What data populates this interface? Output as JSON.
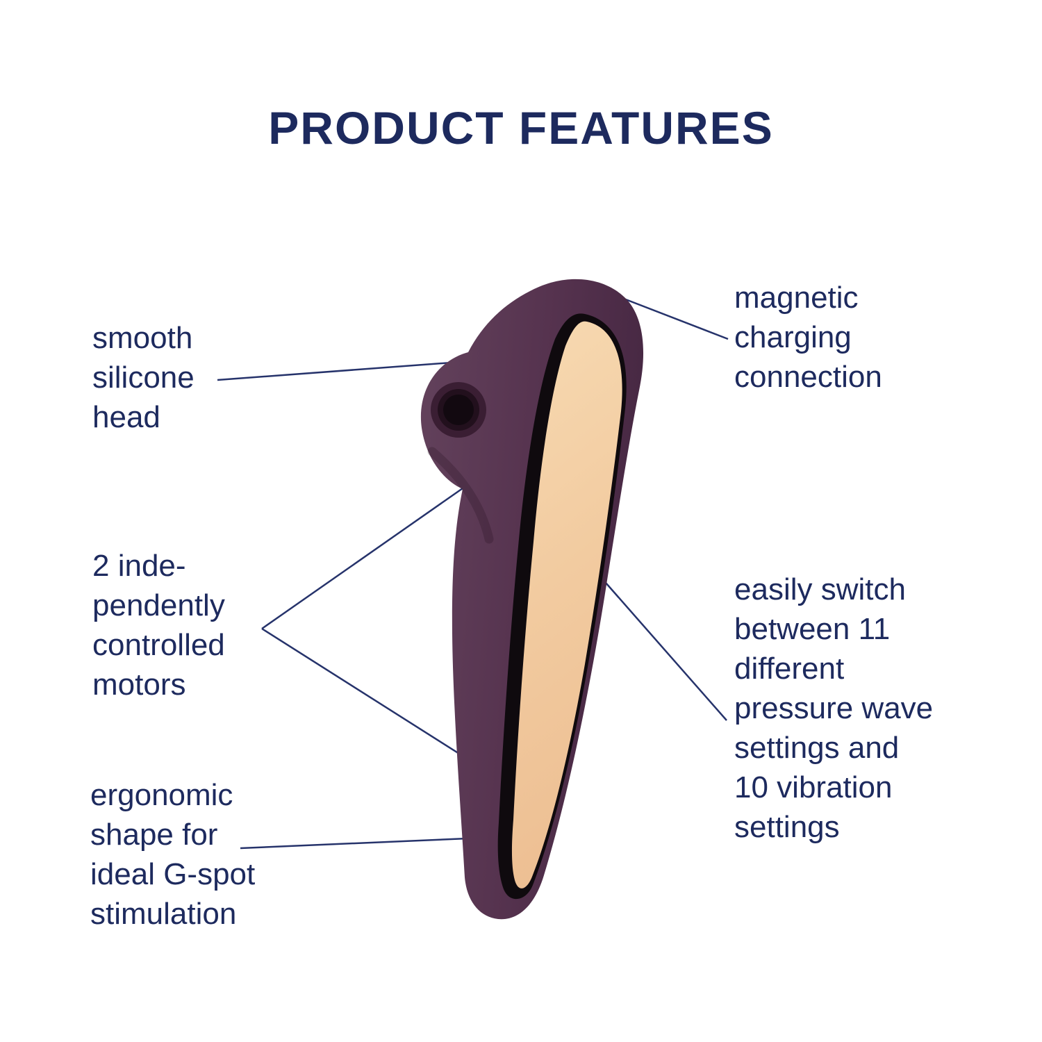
{
  "title": "PRODUCT FEATURES",
  "features": [
    {
      "id": "smooth-silicone-head",
      "label": "smooth\nsilicone\nhead",
      "side": "left"
    },
    {
      "id": "magnetic-charging-connection",
      "label": "magnetic\ncharging\nconnection",
      "side": "right"
    },
    {
      "id": "independently-controlled-motors",
      "label": "2 inde-\npendently\ncontrolled\nmotors",
      "side": "left"
    },
    {
      "id": "pressure-wave-vibration-settings",
      "label": "easily switch\nbetween 11\ndifferent\npressure wave\nsettings and\n10 vibration\nsettings",
      "side": "right"
    },
    {
      "id": "ergonomic-g-spot-shape",
      "label": "ergonomic\nshape for\nideal G-spot\nstimulation",
      "side": "left"
    }
  ],
  "colors": {
    "background": "#ffffff",
    "text": "#1d2a5e",
    "leader_line": "#26336b",
    "device_purple": "#56334f",
    "device_purple_dark": "#472843",
    "panel_black": "#0f0a0e",
    "panel_cream": "#f2cba0",
    "suction_dark": "#120910"
  }
}
